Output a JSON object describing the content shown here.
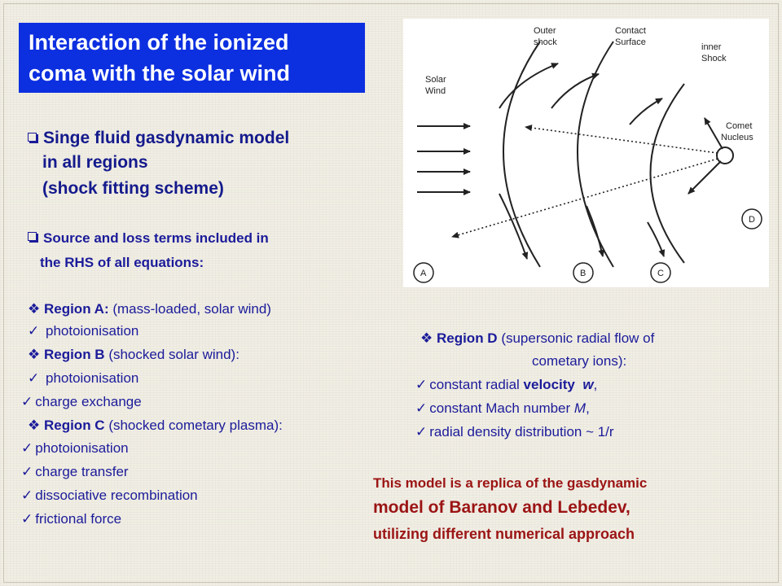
{
  "title": {
    "line1": "Interaction of the ionized",
    "line2": "coma with the solar wind"
  },
  "model": {
    "line1": "Singe fluid gasdynamic model",
    "line2": "in all regions",
    "line3": "(shock fitting scheme)"
  },
  "source": {
    "line1": "Source and loss terms included in",
    "line2": "the RHS  of all equations:"
  },
  "regions_left": {
    "a_label": "Region A:",
    "a_desc": "(mass-loaded,  solar wind)",
    "a_items": [
      "photoionisation"
    ],
    "b_label": "Region B",
    "b_desc": "(shocked solar wind):",
    "b_items": [
      "photoionisation",
      "charge exchange"
    ],
    "c_label": "Region C",
    "c_desc": "(shocked cometary plasma):",
    "c_items": [
      "photoionisation",
      "charge transfer",
      "dissociative  recombination",
      "frictional force"
    ]
  },
  "region_d": {
    "label": "Region D",
    "desc1": "(supersonic radial flow of",
    "desc2": "cometary ions):",
    "item1_pre": "constant radial ",
    "item1_bold": "velocity",
    "item1_var": "w",
    "item1_post": ",",
    "item2_pre": "constant Mach number ",
    "item2_var": "M",
    "item2_post": ",",
    "item3": "radial density distribution ~ 1/r"
  },
  "note": {
    "line1": "This model is a replica of the gasdynamic",
    "line2": "model of Baranov and Lebedev,",
    "line3": "utilizing different numerical approach"
  },
  "diagram": {
    "solar_wind_1": "Solar",
    "solar_wind_2": "Wind",
    "outer_shock_1": "Outer",
    "outer_shock_2": "shock",
    "contact_1": "Contact",
    "contact_2": "Surface",
    "inner_1": "inner",
    "inner_2": "Shock",
    "nucleus_1": "Comet",
    "nucleus_2": "Nucleus",
    "region_a": "A",
    "region_b": "B",
    "region_c": "C",
    "region_d": "D"
  },
  "colors": {
    "title_bg": "#0c2fe0",
    "text_blue": "#1b1b9a",
    "note_red": "#9b1414",
    "background": "#f1eee4"
  }
}
